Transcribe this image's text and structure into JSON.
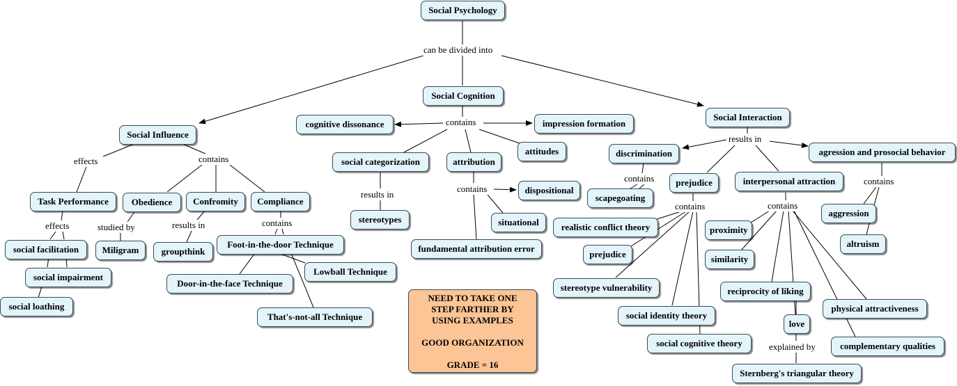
{
  "title": "Social Psychology",
  "labels": {
    "divided": "can be divided into",
    "effects_top": "effects",
    "contains_influence": "contains",
    "effects_task": "effects",
    "studied_by": "studied by",
    "results_in_conformity": "results in",
    "contains_compliance": "contains",
    "contains_cognition": "contains",
    "results_in_categorization": "results in",
    "contains_attribution": "contains",
    "results_in_interaction": "results in",
    "contains_discrimination": "contains",
    "contains_prejudice": "contains",
    "contains_interpersonal": "contains",
    "contains_agression": "contains",
    "explained_by": "explained by"
  },
  "nodes": {
    "social_psychology": "Social Psychology",
    "social_influence": "Social Influence",
    "social_cognition": "Social Cognition",
    "social_interaction": "Social Interaction",
    "task_performance": "Task Performance",
    "obedience": "Obedience",
    "conformity": "Confromity",
    "compliance": "Compliance",
    "social_facilitation": "social facilitation",
    "social_impairment": "social impairment",
    "social_loathing": "social loathing",
    "miligram": "Miligram",
    "groupthink": "groupthink",
    "foot_in_door": "Foot-in-the-door Technique",
    "door_in_face": "Door-in-the-face Technique",
    "lowball": "Lowball Technique",
    "thats_not_all": "That's-not-all Technique",
    "cognitive_dissonance": "cognitive dissonance",
    "impression_formation": "impression formation",
    "attitudes": "attitudes",
    "social_categorization": "social categorization",
    "stereotypes": "stereotypes",
    "attribution": "attribution",
    "dispositional": "dispositional",
    "situational": "situational",
    "fundamental_error": "fundamental attribution error",
    "discrimination": "discrimination",
    "scapegoating": "scapegoating",
    "realistic_conflict": "realistic conflict theory",
    "prejudice_small": "prejudice",
    "prejudice": "prejudice",
    "stereotype_vulnerability": "stereotype vulnerability",
    "social_identity": "social identity theory",
    "social_cognitive": "social cognitive theory",
    "interpersonal_attraction": "interpersonal attraction",
    "proximity": "proximity",
    "similarity": "similarity",
    "reciprocity": "reciprocity of liking",
    "love": "love",
    "sternberg": "Sternberg's triangular theory",
    "physical_attractiveness": "physical attractiveness",
    "complementary_qualities": "complementary qualities",
    "agression_prosocial": "agression and prosocial behavior",
    "aggression": "aggression",
    "altruism": "altruism"
  },
  "note": {
    "lines": [
      "NEED TO TAKE ONE",
      "STEP FARTHER BY",
      "USING EXAMPLES",
      "",
      "GOOD ORGANIZATION",
      "",
      "GRADE = 16"
    ]
  },
  "colors": {
    "node_fill": "#e3f4fb",
    "node_border": "#3b4a52",
    "note_fill": "#fcc596",
    "line": "#000000"
  }
}
